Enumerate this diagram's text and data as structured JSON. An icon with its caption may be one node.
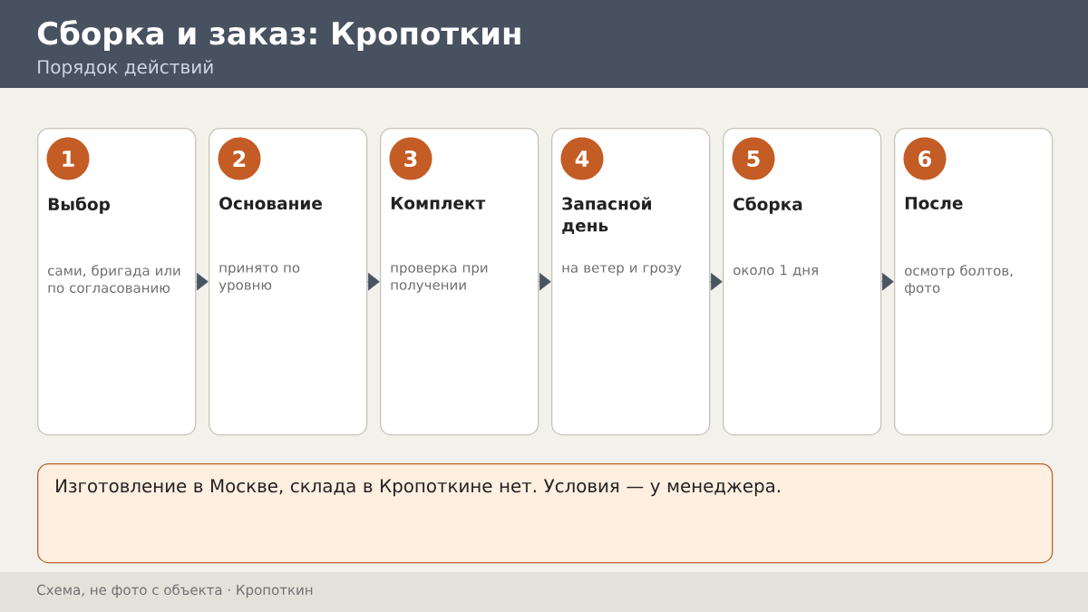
{
  "diagram": {
    "title": "Сборка и заказ: Кропоткин",
    "nodes": [
      {
        "text": [
          "Выбор",
          "сами, бригада или по согласованию"
        ]
      },
      {
        "text": [
          "1"
        ],
        "in": 0
      },
      {
        "text": [
          "Основание",
          "принято по уровню"
        ]
      },
      {
        "text": [
          "2"
        ],
        "in": 2
      },
      {
        "text": [
          "Комплект",
          "проверка при получении"
        ]
      },
      {
        "text": [
          "3"
        ],
        "in": 4
      },
      {
        "text": [
          "Запасной день",
          "на ветер и грозу"
        ]
      },
      {
        "text": [
          "4"
        ],
        "in": 6
      },
      {
        "text": [
          "Сборка",
          "около 1 дня"
        ]
      },
      {
        "text": [
          "5"
        ],
        "in": 8
      },
      {
        "text": [
          "После",
          "осмотр болтов, фото"
        ]
      },
      {
        "text": [
          "6"
        ],
        "in": 10
      },
      {
        "text": [
          "Изготовление в Москве, склада в Кропоткине нет. Условия — у менеджера."
        ]
      }
    ],
    "edges": [
      {
        "from": 0,
        "to": 2,
        "arrow": "to"
      },
      {
        "from": 2,
        "to": 4,
        "arrow": "to"
      },
      {
        "from": 4,
        "to": 6,
        "arrow": "to"
      },
      {
        "from": 6,
        "to": 8,
        "arrow": "to"
      },
      {
        "from": 8,
        "to": 10,
        "arrow": "to"
      }
    ],
    "labels": [
      "Порядок действий",
      "Схема, не фото с объекта · Кропоткин"
    ]
  }
}
